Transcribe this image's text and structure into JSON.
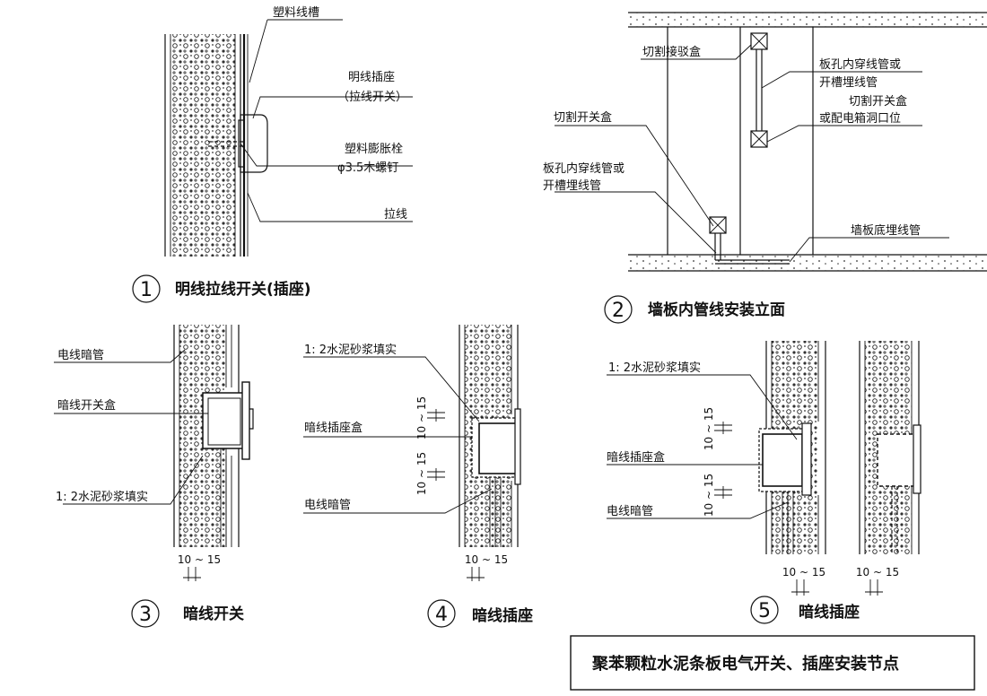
{
  "title": "聚苯颗粒水泥条板电气开关、插座安装节点",
  "details": {
    "d1": {
      "number": "1",
      "caption": "明线拉线开关(插座)",
      "labels": {
        "trough": "塑料线槽",
        "socket_line1": "明线插座",
        "socket_line2": "（拉线开关）",
        "anchor": "塑料膨胀栓",
        "screw": "φ3.5木螺钉",
        "pull": "拉线"
      }
    },
    "d2": {
      "number": "2",
      "caption": "墙板内管线安装立面",
      "labels": {
        "junction": "切割接驳盒",
        "hole_right_line1": "板孔内穿线管或",
        "hole_right_line2": "开槽埋线管",
        "switchbox_right_line1": "切割开关盒",
        "switchbox_right_line2": "或配电箱洞口位",
        "switchbox_left": "切割开关盒",
        "hole_left_line1": "板孔内穿线管或",
        "hole_left_line2": "开槽埋线管",
        "bottom_conduit": "墙板底埋线管"
      }
    },
    "d3": {
      "number": "3",
      "caption": "暗线开关",
      "labels": {
        "conduit": "电线暗管",
        "switchbox": "暗线开关盒",
        "mortar": "1: 2水泥砂浆填实"
      },
      "dim": "10 ~ 15"
    },
    "d4": {
      "number": "4",
      "caption": "暗线插座",
      "labels": {
        "mortar": "1: 2水泥砂浆填实",
        "socketbox": "暗线插座盒",
        "conduit": "电线暗管"
      },
      "dim": "10 ~ 15"
    },
    "d5": {
      "number": "5",
      "caption": "暗线插座",
      "labels": {
        "mortar": "1: 2水泥砂浆填实",
        "socketbox": "暗线插座盒",
        "conduit": "电线暗管"
      },
      "dim": "10 ~ 15"
    }
  }
}
